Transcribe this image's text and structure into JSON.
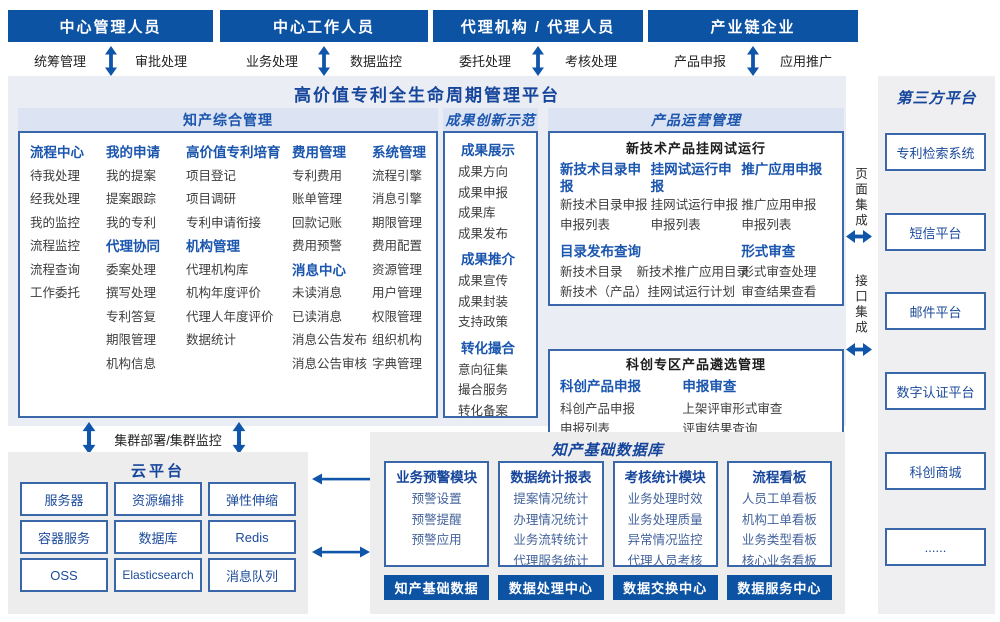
{
  "colors": {
    "bar_blue": "#0d53a4",
    "accent_blue": "#1a55ae",
    "title_blue": "#16459c",
    "panel_bg": "#ebedf4",
    "band_bg": "#dce3f2",
    "border_blue": "#3a67aa",
    "arrow_blue": "#0f55aa"
  },
  "actors": [
    {
      "name": "中心管理人员",
      "roles": [
        "统筹管理",
        "审批处理"
      ]
    },
    {
      "name": "中心工作人员",
      "roles": [
        "业务处理",
        "数据监控"
      ]
    },
    {
      "name": "代理机构 / 代理人员",
      "roles": [
        "委托处理",
        "考核处理"
      ]
    },
    {
      "name": "产业链企业",
      "roles": [
        "产品申报",
        "应用推广"
      ]
    }
  ],
  "platform": {
    "title": "高价值专利全生命周期管理平台"
  },
  "zonghe": {
    "title": "知产综合管理",
    "columns": [
      {
        "groups": [
          {
            "title": "流程中心",
            "items": [
              "待我处理",
              "经我处理",
              "我的监控",
              "流程监控",
              "流程查询",
              "工作委托"
            ]
          }
        ]
      },
      {
        "groups": [
          {
            "title": "我的申请",
            "items": [
              "我的提案",
              "提案跟踪",
              "我的专利"
            ]
          },
          {
            "title": "代理协同",
            "items": [
              "委案处理",
              "撰写处理",
              "专利答复",
              "期限管理",
              "机构信息"
            ]
          }
        ]
      },
      {
        "groups": [
          {
            "title": "高价值专利培育",
            "items": [
              "项目登记",
              "项目调研",
              "专利申请衔接"
            ]
          },
          {
            "title": "机构管理",
            "items": [
              "代理机构库",
              "机构年度评价",
              "代理人年度评价",
              "数据统计"
            ]
          }
        ]
      },
      {
        "groups": [
          {
            "title": "费用管理",
            "items": [
              "专利费用",
              "账单管理",
              "回款记账",
              "费用预警"
            ]
          },
          {
            "title": "消息中心",
            "items": [
              "未读消息",
              "已读消息",
              "消息公告发布",
              "消息公告审核"
            ]
          }
        ]
      },
      {
        "groups": [
          {
            "title": "系统管理",
            "items": [
              "流程引擎",
              "消息引擎",
              "期限管理",
              "费用配置",
              "资源管理",
              "用户管理",
              "权限管理",
              "组织机构",
              "字典管理"
            ]
          }
        ]
      }
    ]
  },
  "chengguo": {
    "title": "成果创新示范",
    "groups": [
      {
        "title": "成果展示",
        "items": [
          "成果方向",
          "成果申报",
          "成果库",
          "成果发布"
        ]
      },
      {
        "title": "成果推介",
        "items": [
          "成果宣传",
          "成果封装",
          "支持政策"
        ]
      },
      {
        "title": "转化撮合",
        "items": [
          "意向征集",
          "撮合服务",
          "转化备案"
        ]
      }
    ]
  },
  "product": {
    "title": "产品运营管理",
    "grid_box": {
      "title": "新技术产品挂网试运行",
      "columns": [
        {
          "title": "新技术目录申报",
          "items": [
            "新技术目录申报",
            "申报列表"
          ]
        },
        {
          "title": "挂网试运行申报",
          "items": [
            "挂网试运行申报",
            "申报列表"
          ]
        },
        {
          "title": "推广应用申报",
          "items": [
            "推广应用申报",
            "申报列表"
          ]
        }
      ],
      "catalog": {
        "title": "目录发布查询",
        "row1": [
          "新技术目录",
          "新技术推广应用目录"
        ],
        "row2": "新技术（产品）挂网试运行计划"
      },
      "review": {
        "title": "形式审查",
        "items": [
          "形式审查处理",
          "审查结果查看"
        ]
      }
    },
    "select_box": {
      "title": "科创专区产品遴选管理",
      "columns": [
        {
          "title": "科创产品申报",
          "items": [
            "科创产品申报",
            "申报列表"
          ]
        },
        {
          "title": "申报审查",
          "items": [
            "上架评审形式审查",
            "评审结果查询"
          ]
        }
      ]
    }
  },
  "integration": {
    "page": "页面集成",
    "api": "接口集成"
  },
  "third_party": {
    "title": "第三方平台",
    "items": [
      "专利检索系统",
      "短信平台",
      "邮件平台",
      "数字认证平台",
      "科创商城",
      "......"
    ]
  },
  "cluster": {
    "label": "集群部署/集群监控"
  },
  "cloud": {
    "title": "云平台",
    "items": [
      "服务器",
      "资源编排",
      "弹性伸缩",
      "容器服务",
      "数据库",
      "Redis",
      "OSS",
      "Elasticsearch",
      "消息队列"
    ]
  },
  "data_platform": {
    "title": "知产基础数据库",
    "columns": [
      {
        "title": "业务预警模块",
        "items": [
          "预警设置",
          "预警提醒",
          "预警应用"
        ],
        "footer": "知产基础数据"
      },
      {
        "title": "数据统计报表",
        "items": [
          "提案情况统计",
          "办理情况统计",
          "业务流转统计",
          "代理服务统计"
        ],
        "footer": "数据处理中心"
      },
      {
        "title": "考核统计模块",
        "items": [
          "业务处理时效",
          "业务处理质量",
          "异常情况监控",
          "代理人员考核"
        ],
        "footer": "数据交换中心"
      },
      {
        "title": "流程看板",
        "items": [
          "人员工单看板",
          "机构工单看板",
          "业务类型看板",
          "核心业务看板"
        ],
        "footer": "数据服务中心"
      }
    ]
  }
}
